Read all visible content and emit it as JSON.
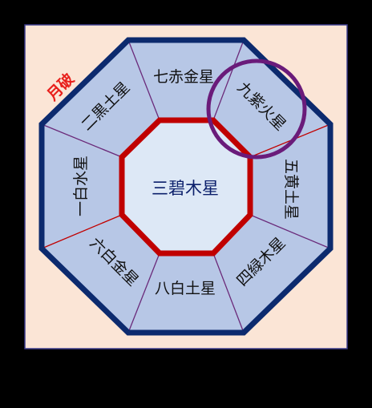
{
  "colors": {
    "background": "#000000",
    "panel": "#fbe5d6",
    "panel_border": "#3b3b8c",
    "outer_octagon_stroke": "#0c2a6e",
    "sector_fill": "#b7c7e6",
    "center_fill": "#dde8f6",
    "center_stroke": "#c00000",
    "divider_purple": "#6a2a7a",
    "divider_red": "#c00000",
    "highlight_circle": "#6a1b7a",
    "geppa_text": "#e8201c"
  },
  "board": {
    "center_star": "三碧木星",
    "sectors": [
      {
        "id": "n",
        "label": "七赤金星"
      },
      {
        "id": "ne",
        "label": "九紫火星"
      },
      {
        "id": "e",
        "label": "五黄土星"
      },
      {
        "id": "se",
        "label": "四緑木星"
      },
      {
        "id": "s",
        "label": "八白土星"
      },
      {
        "id": "sw",
        "label": "六白金星"
      },
      {
        "id": "w",
        "label": "一白水星"
      },
      {
        "id": "nw",
        "label": "二黒土星"
      }
    ],
    "geppa_label": "月破",
    "highlighted_sector": "ne"
  }
}
